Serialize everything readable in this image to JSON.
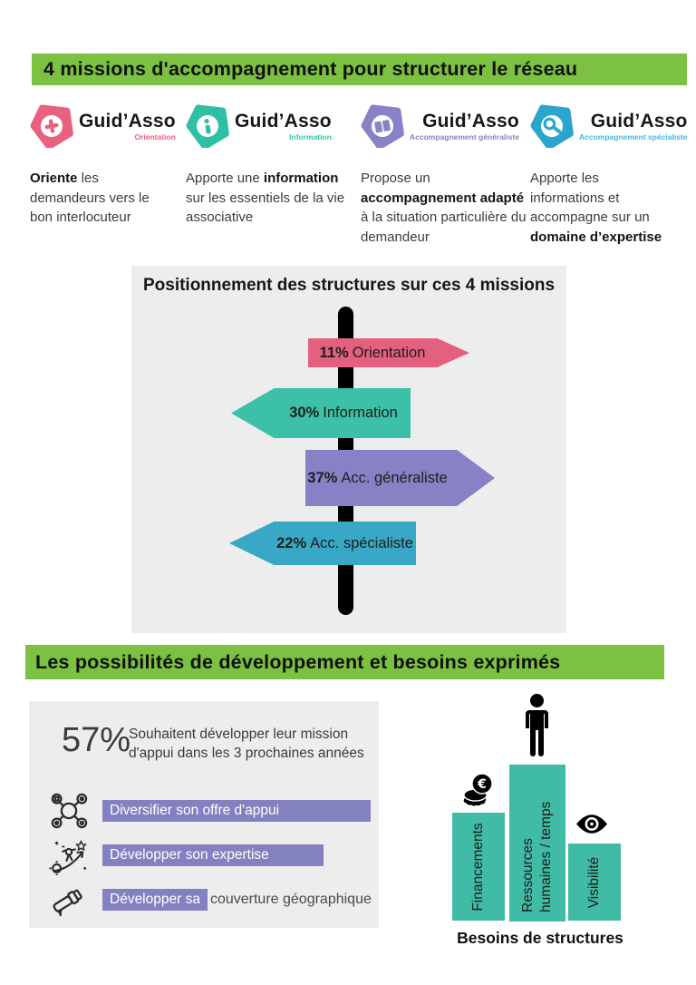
{
  "banners": {
    "top": "4 missions d'accompagnement pour structurer le réseau",
    "bottom": "Les possibilités de développement et besoins exprimés",
    "color": "#7cc142"
  },
  "missions": [
    {
      "brand": "Guid’Asso",
      "tagline": "Orientation",
      "badge_color": "#e8617f",
      "icon": "compass-plus-icon",
      "desc": [
        {
          "t": "Oriente",
          "b": true
        },
        {
          "t": " les demandeurs vers le bon interlocuteur",
          "b": false
        },
        {
          "t": "",
          "b": false
        }
      ]
    },
    {
      "brand": "Guid’Asso",
      "tagline": "Information",
      "badge_color": "#2ebfa5",
      "icon": "info-icon",
      "desc": [
        {
          "t": "Apporte une ",
          "b": false
        },
        {
          "t": "information",
          "b": true
        },
        {
          "t": " sur les essentiels de la vie associative",
          "b": false
        }
      ]
    },
    {
      "brand": "Guid’Asso",
      "tagline": "Accompagnement généraliste",
      "badge_color": "#8a82c6",
      "icon": "open-book-icon",
      "desc": [
        {
          "t": "Propose un ",
          "b": false
        },
        {
          "t": "accompagnement adapté",
          "b": true
        },
        {
          "t": " à la situation particulière du demandeur",
          "b": false
        }
      ]
    },
    {
      "brand": "Guid’Asso",
      "tagline": "Accompagnement spécialiste",
      "badge_color": "#2aa6cd",
      "icon": "magnifier-icon",
      "desc": [
        {
          "t": "Apporte les informations et accompagne sur un ",
          "b": false
        },
        {
          "t": "domaine d’expertise",
          "b": true
        },
        {
          "t": "",
          "b": false
        }
      ]
    }
  ],
  "positioning": {
    "title": "Positionnement des structures sur ces 4 missions",
    "background": "#ededed",
    "pole_color": "#000000",
    "arrows": [
      {
        "value": "11%",
        "label": "Orientation",
        "color": "#e4607f",
        "direction": "right"
      },
      {
        "value": "30%",
        "label": "Information",
        "color": "#3cc0a7",
        "direction": "left"
      },
      {
        "value": "37%",
        "label": "Acc. généraliste",
        "color": "#8781c5",
        "direction": "right"
      },
      {
        "value": "22%",
        "label": "Acc. spécialiste",
        "color": "#38a8c6",
        "direction": "left"
      }
    ]
  },
  "development": {
    "stat": "57%",
    "caption": "Souhaitent développer leur mission d'appui dans les 3 prochaines années",
    "bar_color": "#8481c0",
    "bars": [
      {
        "icon": "network-icon",
        "label": "Diversifier son offre d'appui",
        "after": ""
      },
      {
        "icon": "growth-icon",
        "label": "Développer son expertise",
        "after": ""
      },
      {
        "icon": "telescope-icon",
        "label": "Développer sa",
        "after": "couverture géographique"
      }
    ]
  },
  "needs": {
    "title": "Besoins de structures",
    "bar_color": "#40bba5",
    "bars": [
      {
        "icon": "coins-icon",
        "label": "Financements"
      },
      {
        "icon": "person-icon",
        "label": "Ressources humaines / temps"
      },
      {
        "icon": "eye-icon",
        "label": "Visibilité"
      }
    ]
  },
  "chart_data": [
    {
      "type": "bar",
      "title": "Positionnement des structures sur ces 4 missions",
      "categories": [
        "Orientation",
        "Information",
        "Acc. généraliste",
        "Acc. spécialiste"
      ],
      "values": [
        11,
        30,
        37,
        22
      ],
      "unit": "%",
      "layout": "signpost arrows alternating right/left on a black pole",
      "colors": [
        "#e4607f",
        "#3cc0a7",
        "#8781c5",
        "#38a8c6"
      ]
    },
    {
      "type": "bar",
      "title": "Souhaitent développer leur mission d'appui dans les 3 prochaines années",
      "stat_value": 57,
      "stat_unit": "%",
      "categories": [
        "Diversifier son offre d'appui",
        "Développer son expertise",
        "Développer sa couverture géographique"
      ],
      "values_relative": [
        1.0,
        0.83,
        0.35
      ],
      "orientation": "horizontal",
      "color": "#8481c0",
      "notes": "bar lengths estimated; no numeric labels shown"
    },
    {
      "type": "bar",
      "title": "Besoins de structures",
      "categories": [
        "Financements",
        "Ressources humaines / temps",
        "Visibilité"
      ],
      "values_relative": [
        0.69,
        1.0,
        0.49
      ],
      "orientation": "vertical",
      "color": "#40bba5",
      "notes": "bar heights estimated; no numeric labels shown"
    }
  ]
}
